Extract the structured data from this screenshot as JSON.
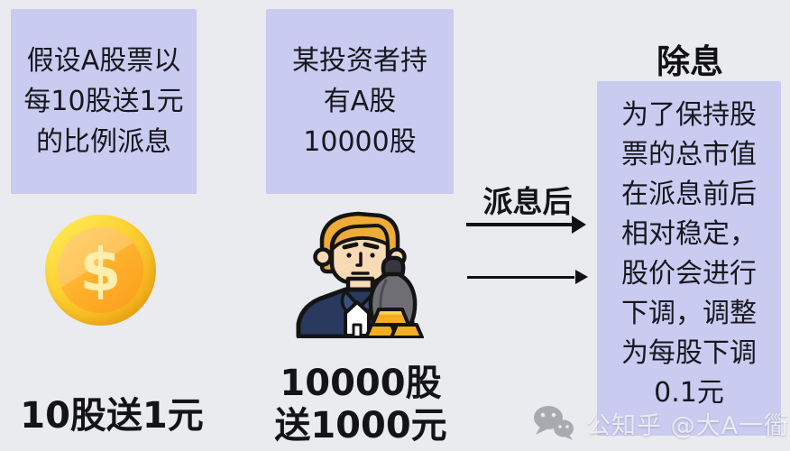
{
  "page": {
    "background": "#eaebee",
    "panel_color": "#c9cbf0",
    "text_color": "#17171d",
    "arrow_color": "#111111",
    "coin_gold": "#fccf30",
    "coin_face_orange": "#ffaf2a"
  },
  "panels": {
    "assumption": "假设A股票以\n每10股送1元\n的比例派息",
    "investor": "某投资者持\n有A股\n10000股",
    "ex_dividend_heading": "除息",
    "ex_dividend_body": "为了保持股\n票的总市值\n在派息前后\n相对稳定，\n股价会进行\n下调，调整\n为每股下调\n0.1元"
  },
  "captions": {
    "per_ten_shares": "10股送1元",
    "holding_payout": "10000股\n送1000元"
  },
  "flow_label": "派息后",
  "coin": {
    "symbol": "$"
  },
  "icons": {
    "coin": "coin-icon",
    "investor": "investor-icon",
    "money_bag": "money-bag-icon",
    "gold_bars": "gold-bars-icon",
    "house": "house-icon",
    "wechat": "wechat-icon",
    "arrows": "arrow-right-icon"
  },
  "watermark": {
    "text": "公知乎 @大A一衟"
  }
}
